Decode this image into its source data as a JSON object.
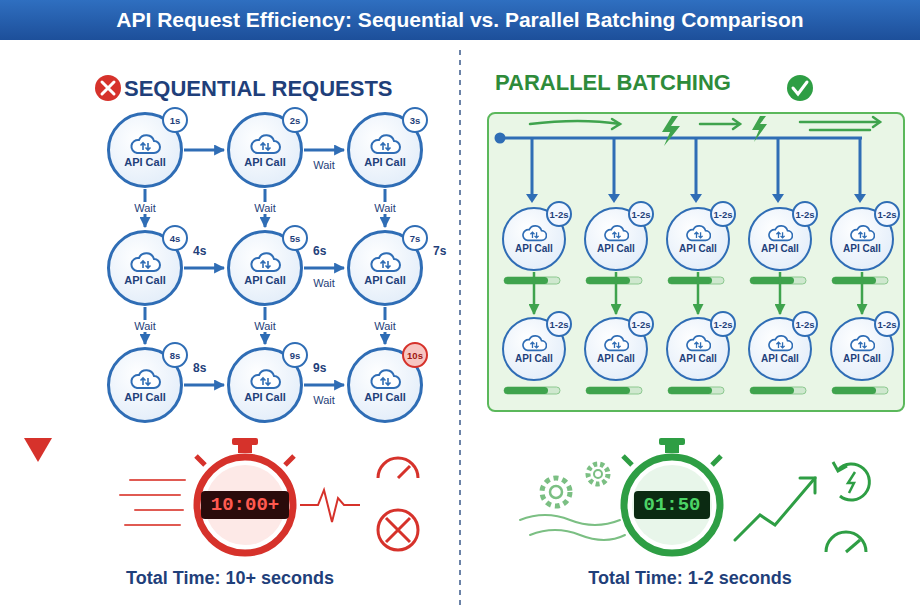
{
  "diagram": {
    "title": "API Request Efficiency: Sequential vs. Parallel Batching Comparison",
    "nodes": [
      {
        "text": [
          "API Call",
          "1s"
        ]
      },
      {
        "text": [
          "API Call",
          "2s"
        ]
      },
      {
        "text": [
          "API Call",
          "3s"
        ]
      },
      {
        "text": [
          "API Call",
          "4s"
        ]
      },
      {
        "text": [
          "API Call",
          "5s"
        ]
      },
      {
        "text": [
          "API Call",
          "7s"
        ]
      },
      {
        "text": [
          "API Call",
          "8s"
        ]
      },
      {
        "text": [
          "API Call",
          "9s"
        ]
      },
      {
        "text": [
          "API Call",
          "10s"
        ]
      },
      {
        "text": [
          "PARALLEL BATCHING"
        ]
      },
      {
        "text": [
          "API Call",
          "1-2s"
        ],
        "in": 9
      },
      {
        "text": [
          "API Call",
          "1-2s"
        ],
        "in": 9
      },
      {
        "text": [
          "API Call",
          "1-2s"
        ],
        "in": 9
      },
      {
        "text": [
          "API Call",
          "1-2s"
        ],
        "in": 9
      },
      {
        "text": [
          "API Call",
          "1-2s"
        ],
        "in": 9
      },
      {
        "text": [
          "API Call",
          "1-2s"
        ],
        "in": 9
      },
      {
        "text": [
          "API Call",
          "1-2s"
        ],
        "in": 9
      },
      {
        "text": [
          "API Call",
          "1-2s"
        ],
        "in": 9
      },
      {
        "text": [
          "API Call",
          "1-2s"
        ],
        "in": 9
      },
      {
        "text": [
          "API Call",
          "1-2s"
        ],
        "in": 9
      }
    ],
    "edges": [
      {
        "from": 0,
        "to": 1,
        "arrow": "to"
      },
      {
        "from": 1,
        "to": 2,
        "label": "Wait",
        "arrow": "to"
      },
      {
        "from": 3,
        "to": 4,
        "arrow": "to"
      },
      {
        "from": 4,
        "to": 5,
        "label": "Wait",
        "arrow": "to"
      },
      {
        "from": 6,
        "to": 7,
        "arrow": "to"
      },
      {
        "from": 7,
        "to": 8,
        "label": "Wait",
        "arrow": "to"
      },
      {
        "from": 0,
        "to": 3,
        "label": "Wait",
        "arrow": "to"
      },
      {
        "from": 1,
        "to": 4,
        "label": "Wait",
        "arrow": "to"
      },
      {
        "from": 2,
        "to": 5,
        "label": "Wait",
        "arrow": "to"
      },
      {
        "from": 3,
        "to": 6,
        "label": "Wait",
        "arrow": "to"
      },
      {
        "from": 4,
        "to": 7,
        "label": "Wait",
        "arrow": "to"
      },
      {
        "from": 5,
        "to": 8,
        "label": "Wait",
        "arrow": "to"
      },
      {
        "from": 10,
        "to": 15,
        "arrow": "to"
      },
      {
        "from": 11,
        "to": 16,
        "arrow": "to"
      },
      {
        "from": 12,
        "to": 17,
        "arrow": "to"
      },
      {
        "from": 13,
        "to": 18,
        "arrow": "to"
      },
      {
        "from": 14,
        "to": 19,
        "arrow": "to"
      }
    ],
    "labels": [
      "SEQUENTIAL REQUESTS",
      "4s",
      "6s",
      "7s",
      "8s",
      "9s",
      "10:00+",
      "Total Time: 10+ seconds",
      "01:50",
      "Total Time: 1-2 seconds"
    ]
  }
}
